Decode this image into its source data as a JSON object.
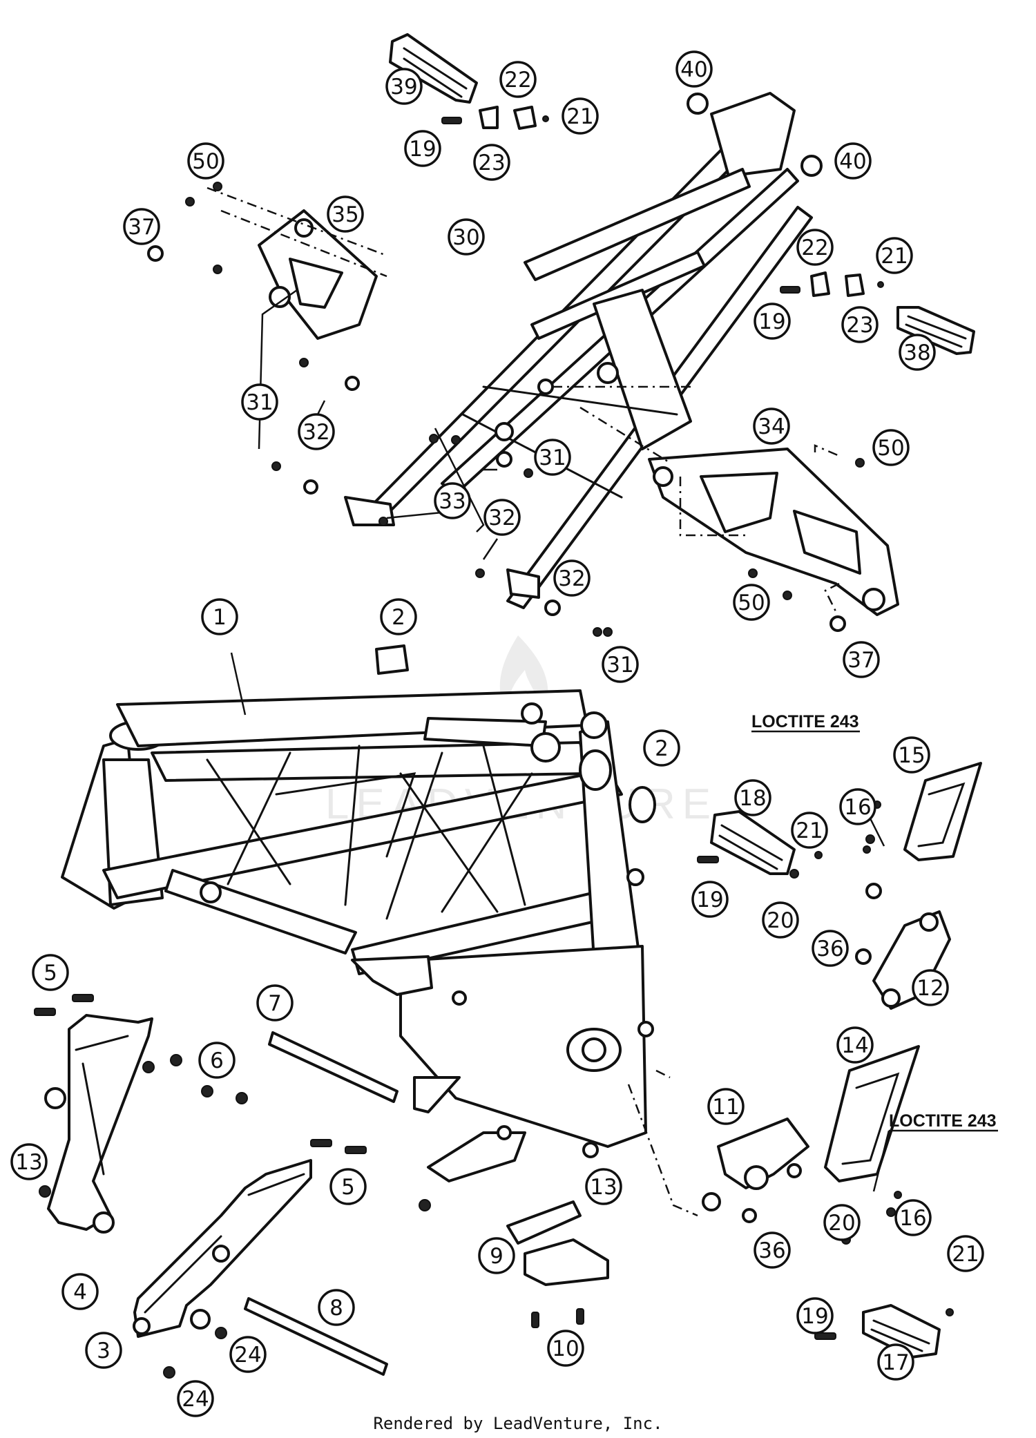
{
  "callouts": [
    {
      "label": "39"
    },
    {
      "label": "22"
    },
    {
      "label": "21"
    },
    {
      "label": "19"
    },
    {
      "label": "23"
    },
    {
      "label": "40"
    },
    {
      "label": "40"
    },
    {
      "label": "50"
    },
    {
      "label": "37"
    },
    {
      "label": "35"
    },
    {
      "label": "30"
    },
    {
      "label": "22"
    },
    {
      "label": "21"
    },
    {
      "label": "19"
    },
    {
      "label": "23"
    },
    {
      "label": "38"
    },
    {
      "label": "31"
    },
    {
      "label": "32"
    },
    {
      "label": "34"
    },
    {
      "label": "50"
    },
    {
      "label": "31"
    },
    {
      "label": "33"
    },
    {
      "label": "32"
    },
    {
      "label": "32"
    },
    {
      "label": "50"
    },
    {
      "label": "37"
    },
    {
      "label": "1"
    },
    {
      "label": "2"
    },
    {
      "label": "31"
    },
    {
      "label": "2"
    },
    {
      "label": "15"
    },
    {
      "label": "18"
    },
    {
      "label": "16"
    },
    {
      "label": "21"
    },
    {
      "label": "19"
    },
    {
      "label": "20"
    },
    {
      "label": "36"
    },
    {
      "label": "12"
    },
    {
      "label": "5"
    },
    {
      "label": "7"
    },
    {
      "label": "6"
    },
    {
      "label": "14"
    },
    {
      "label": "11"
    },
    {
      "label": "13"
    },
    {
      "label": "5"
    },
    {
      "label": "13"
    },
    {
      "label": "16"
    },
    {
      "label": "36"
    },
    {
      "label": "20"
    },
    {
      "label": "9"
    },
    {
      "label": "21"
    },
    {
      "label": "4"
    },
    {
      "label": "8"
    },
    {
      "label": "19"
    },
    {
      "label": "3"
    },
    {
      "label": "24"
    },
    {
      "label": "10"
    },
    {
      "label": "17"
    },
    {
      "label": "24"
    }
  ],
  "notes": {
    "loctite_top": "LOCTITE 243",
    "loctite_bottom": "LOCTITE 243"
  },
  "footer": {
    "rendered_by": "Rendered by LeadVenture, Inc."
  },
  "watermark": {
    "text": "LEADVENTURE"
  },
  "colors": {
    "ink": "#111111",
    "paper": "#ffffff",
    "watermark": "#e9e9e9"
  }
}
